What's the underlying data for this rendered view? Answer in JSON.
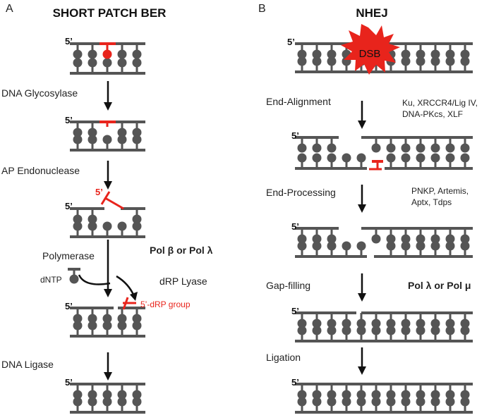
{
  "colors": {
    "strand": "#555555",
    "nucleotide": "#555555",
    "damage": "#e8241c",
    "arrow": "#111111"
  },
  "icons": {
    "dsb": "red-starburst-icon"
  },
  "panel_a": {
    "letter": "A",
    "title": "SHORT PATCH BER",
    "five_prime": "5’",
    "steps": {
      "glycosylase": "DNA Glycosylase",
      "ap_endonuclease": "AP Endonuclease",
      "polymerase": "Polymerase",
      "dntp": "dNTP",
      "dna_ligase": "DNA Ligase"
    },
    "pol_note": "Pol β or Pol λ",
    "drp_lyase": "dRP Lyase",
    "drp_group": "5’-dRP group",
    "nick_label": "5’"
  },
  "panel_b": {
    "letter": "B",
    "title": "NHEJ",
    "five_prime": "5’",
    "dsb": "DSB",
    "steps": {
      "end_alignment": "End-Alignment",
      "end_processing": "End-Processing",
      "gap_filling": "Gap-filling",
      "ligation": "Ligation"
    },
    "alignment_factors": [
      "Ku, XRCCR4/Lig IV,",
      "DNA-PKcs, XLF"
    ],
    "processing_factors": [
      "PNKP, Artemis,",
      "Aptx, Tdps"
    ],
    "pol_note": "Pol λ or Pol μ"
  }
}
